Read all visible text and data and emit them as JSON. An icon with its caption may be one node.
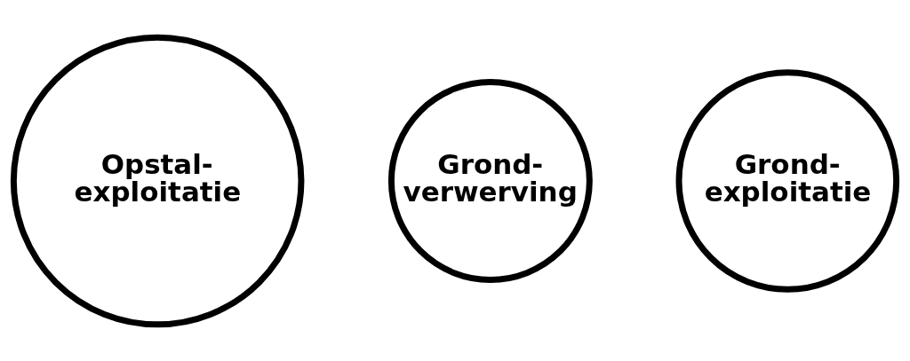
{
  "diagram": {
    "nodes": [
      {
        "text": [
          "Opstal- exploitatie"
        ]
      },
      {
        "text": [
          "Grond- verwerving"
        ]
      },
      {
        "text": [
          "Grond- exploitatie"
        ]
      }
    ]
  }
}
